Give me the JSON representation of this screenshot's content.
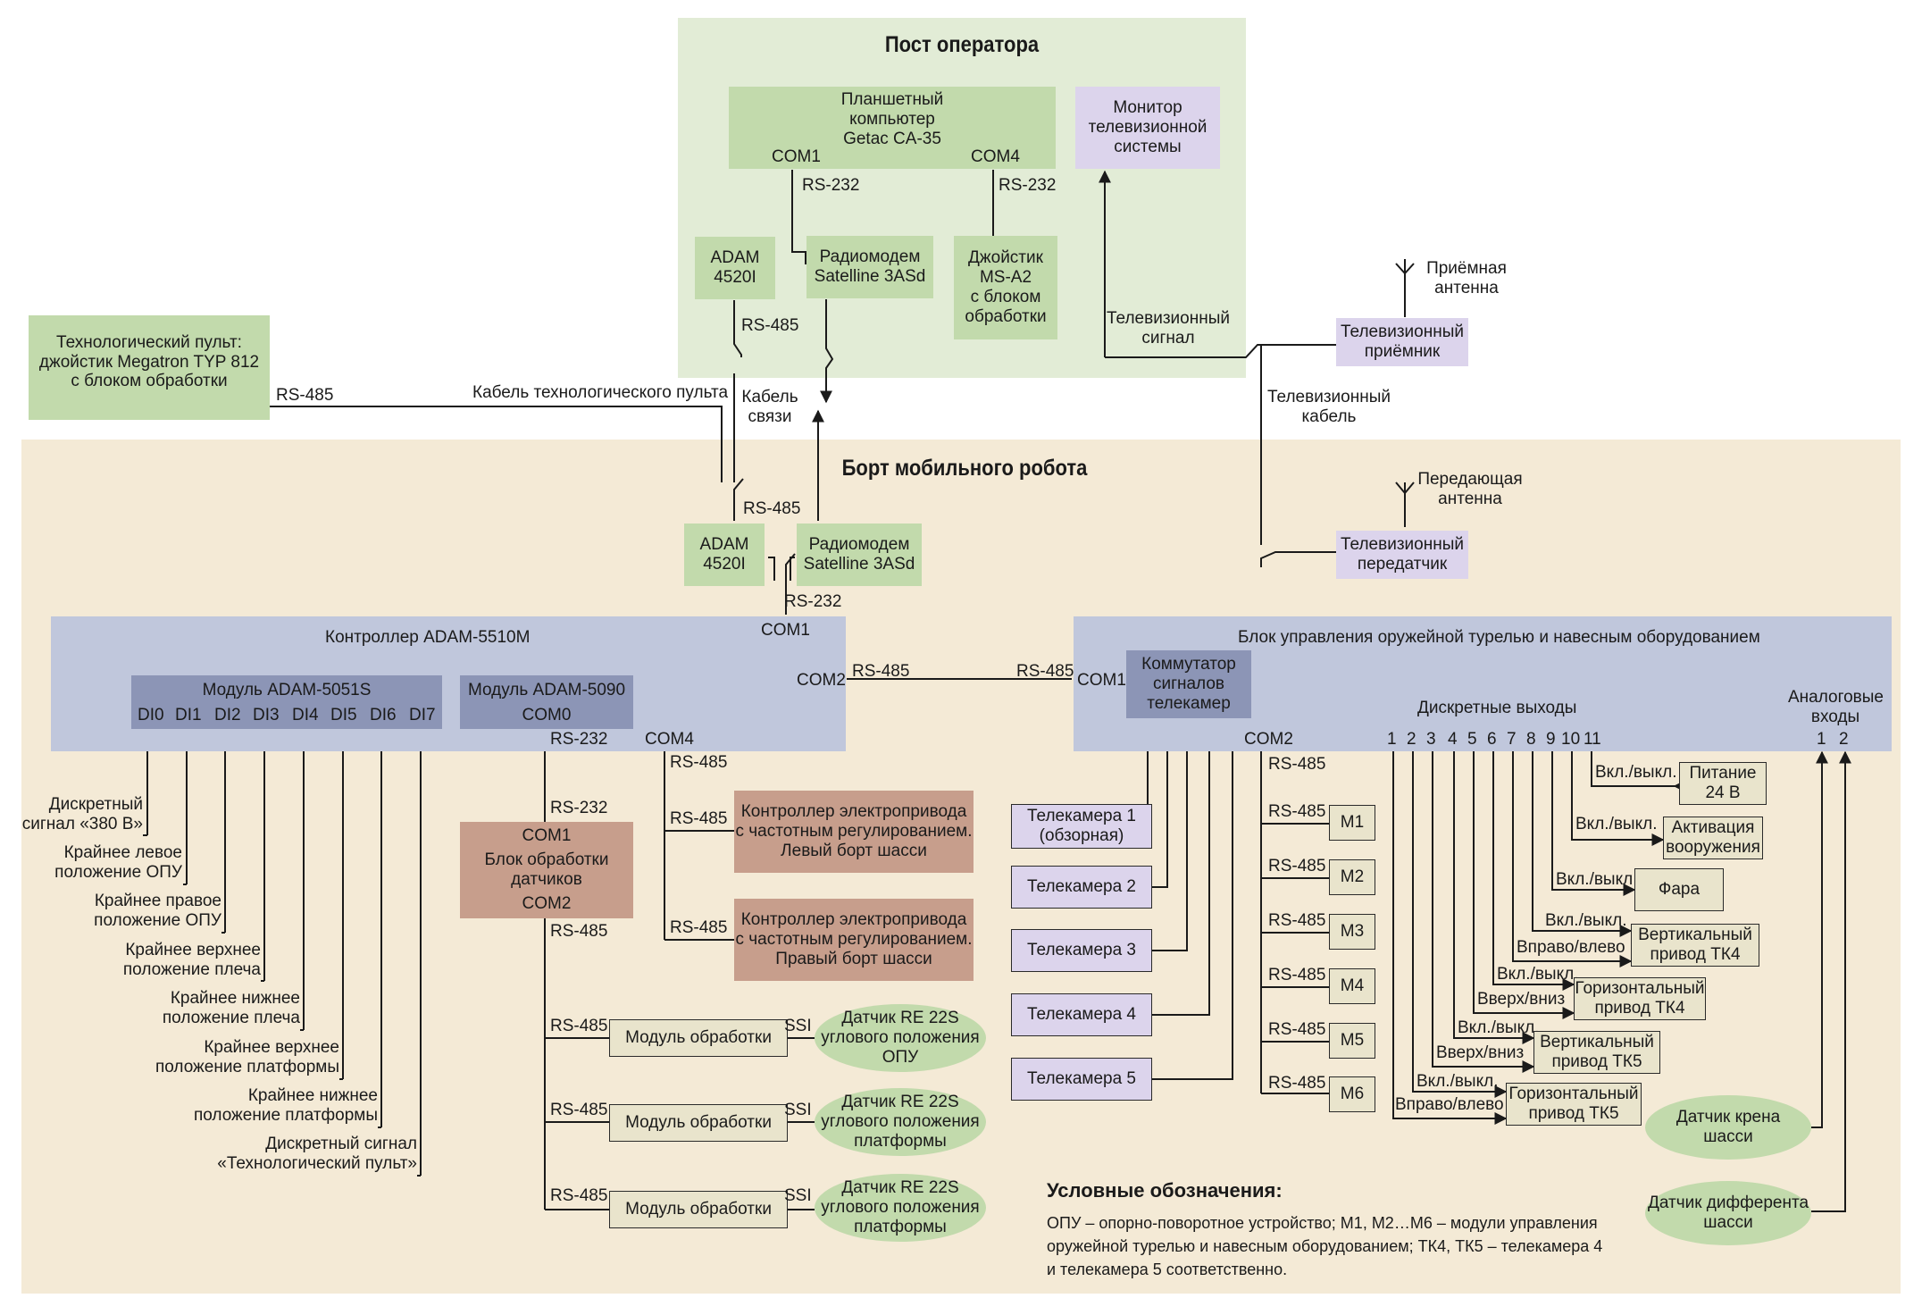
{
  "zones": {
    "operator_title": "Пост оператора",
    "robot_title": "Борт мобильного робота"
  },
  "operator": {
    "tablet": "Планшетный\nкомпьютер\nGetac CA-35",
    "tablet_com1": "COM1",
    "tablet_com4": "COM4",
    "monitor": "Монитор\nтелевизионной\nсистемы",
    "adam4520_top": "ADAM\n4520I",
    "radiomodem_top": "Радиомодем\nSatelline 3ASd",
    "joystick": "Джойстик\nMS-A2\nс блоком\nобработки",
    "rs232_left": "RS-232",
    "rs232_right": "RS-232",
    "rs485_adam_top": "RS-485",
    "tv_signal": "Телевизионный\nсигнал",
    "tv_receiver": "Телевизионный\nприёмник",
    "rx_antenna": "Приёмная\nантенна"
  },
  "tech_panel": {
    "label": "Технологический пульт:\nджойстик Megatron TYP 812\nс блоком обработки",
    "rs485": "RS-485",
    "cable": "Кабель технологического пульта",
    "link_cable": "Кабель\nсвязи",
    "tv_cable": "Телевизионный\nкабель"
  },
  "robot": {
    "adam4520": "ADAM\n4520I",
    "rs485_adam": "RS-485",
    "radiomodem": "Радиомодем\nSatelline 3ASd",
    "rs232_radio": "RS-232",
    "tx_antenna": "Передающая\nантенна",
    "tv_transmitter": "Телевизионный\nпередатчик",
    "controller_title": "Контроллер ADAM-5510M",
    "controller_com1": "COM1",
    "controller_com2": "COM2",
    "controller_com4": "COM4",
    "module5051": "Модуль ADAM-5051S",
    "di": [
      "DI0",
      "DI1",
      "DI2",
      "DI3",
      "DI4",
      "DI5",
      "DI6",
      "DI7"
    ],
    "module5090": "Модуль ADAM-5090",
    "module5090_com": "COM0",
    "link_rs485_left": "RS-485",
    "link_rs485_right": "RS-485",
    "turret_title": "Блок управления оружейной турелью и навесным оборудованием",
    "turret_com1": "COM1",
    "turret_com2": "COM2",
    "switch": "Коммутатор\nсигналов\nтелекамер",
    "discrete_outputs": "Дискретные выходы",
    "analog_inputs": "Аналоговые\nвходы",
    "output_numbers": [
      "1",
      "2",
      "3",
      "4",
      "5",
      "6",
      "7",
      "8",
      "9",
      "10",
      "11"
    ],
    "analog_numbers": [
      "1",
      "2"
    ]
  },
  "discrete_signals": [
    "Дискретный\nсигнал «380 В»",
    "Крайнее левое\nположение ОПУ",
    "Крайнее правое\nположение ОПУ",
    "Крайнее верхнее\nположение плеча",
    "Крайнее нижнее\nположение плеча",
    "Крайнее верхнее\nположение платформы",
    "Крайнее нижнее\nположение платформы",
    "Дискретный сигнал\n«Технологический пульт»"
  ],
  "sensor_block": {
    "com1": "COM1",
    "label": "Блок обработки\nдатчиков",
    "com2": "COM2",
    "rs232_a": "RS-232",
    "rs232_b": "RS-232",
    "rs485_out": "RS-485",
    "rows": [
      {
        "rs485": "RS-485",
        "module": "Модуль обработки",
        "ssi": "SSI",
        "sensor": "Датчик RE 22S\nуглового положения\nОПУ"
      },
      {
        "rs485": "RS-485",
        "module": "Модуль обработки",
        "ssi": "SSI",
        "sensor": "Датчик RE 22S\nуглового положения\nплатформы"
      },
      {
        "rs485": "RS-485",
        "module": "Модуль обработки",
        "ssi": "SSI",
        "sensor": "Датчик RE 22S\nуглового положения\nплатформы"
      }
    ]
  },
  "drives": {
    "com4_rs485": "RS-485",
    "left_rs485": "RS-485",
    "right_rs485": "RS-485",
    "left": "Контроллер электропривода\nс частотным регулированием.\nЛевый борт шасси",
    "right": "Контроллер электропривода\nс частотным регулированием.\nПравый борт шасси"
  },
  "cameras": [
    "Телекамера 1\n(обзорная)",
    "Телекамера 2",
    "Телекамера 3",
    "Телекамера 4",
    "Телекамера 5"
  ],
  "motor_modules": {
    "com2_rs485": "RS-485",
    "items": [
      {
        "rs485": "RS-485",
        "label": "M1"
      },
      {
        "rs485": "RS-485",
        "label": "M2"
      },
      {
        "rs485": "RS-485",
        "label": "M3"
      },
      {
        "rs485": "RS-485",
        "label": "M4"
      },
      {
        "rs485": "RS-485",
        "label": "M5"
      },
      {
        "rs485": "RS-485",
        "label": "M6"
      }
    ]
  },
  "outputs": [
    {
      "signal": "Вкл./выкл.",
      "target": "Питание\n24 В"
    },
    {
      "signal": "Вкл./выкл.",
      "target": "Активация\nвооружения"
    },
    {
      "signal": "Вкл./выкл.",
      "target": "Фара"
    },
    {
      "signal": "Вкл./выкл.",
      "target": "Вертикальный\nпривод ТК4"
    },
    {
      "signal": "Вправо/влево",
      "target": ""
    },
    {
      "signal": "Вкл./выкл.",
      "target": "Горизонтальный\nпривод ТК4"
    },
    {
      "signal": "Вверх/вниз",
      "target": ""
    },
    {
      "signal": "Вкл./выкл.",
      "target": "Вертикальный\nпривод ТК5"
    },
    {
      "signal": "Вверх/вниз",
      "target": ""
    },
    {
      "signal": "Вкл./выкл.",
      "target": "Горизонтальный\nпривод ТК5"
    },
    {
      "signal": "Вправо/влево",
      "target": ""
    }
  ],
  "analog_sensors": [
    "Датчик крена\nшасси",
    "Датчик дифферента\nшасси"
  ],
  "legend": {
    "title": "Условные обозначения:",
    "body": "ОПУ – опорно-поворотное устройство; М1, М2…М6 – модули управления\nоружейной турелью и навесным оборудованием; ТК4, ТК5 – телекамера 4\nи телекамера 5 соответственно."
  }
}
